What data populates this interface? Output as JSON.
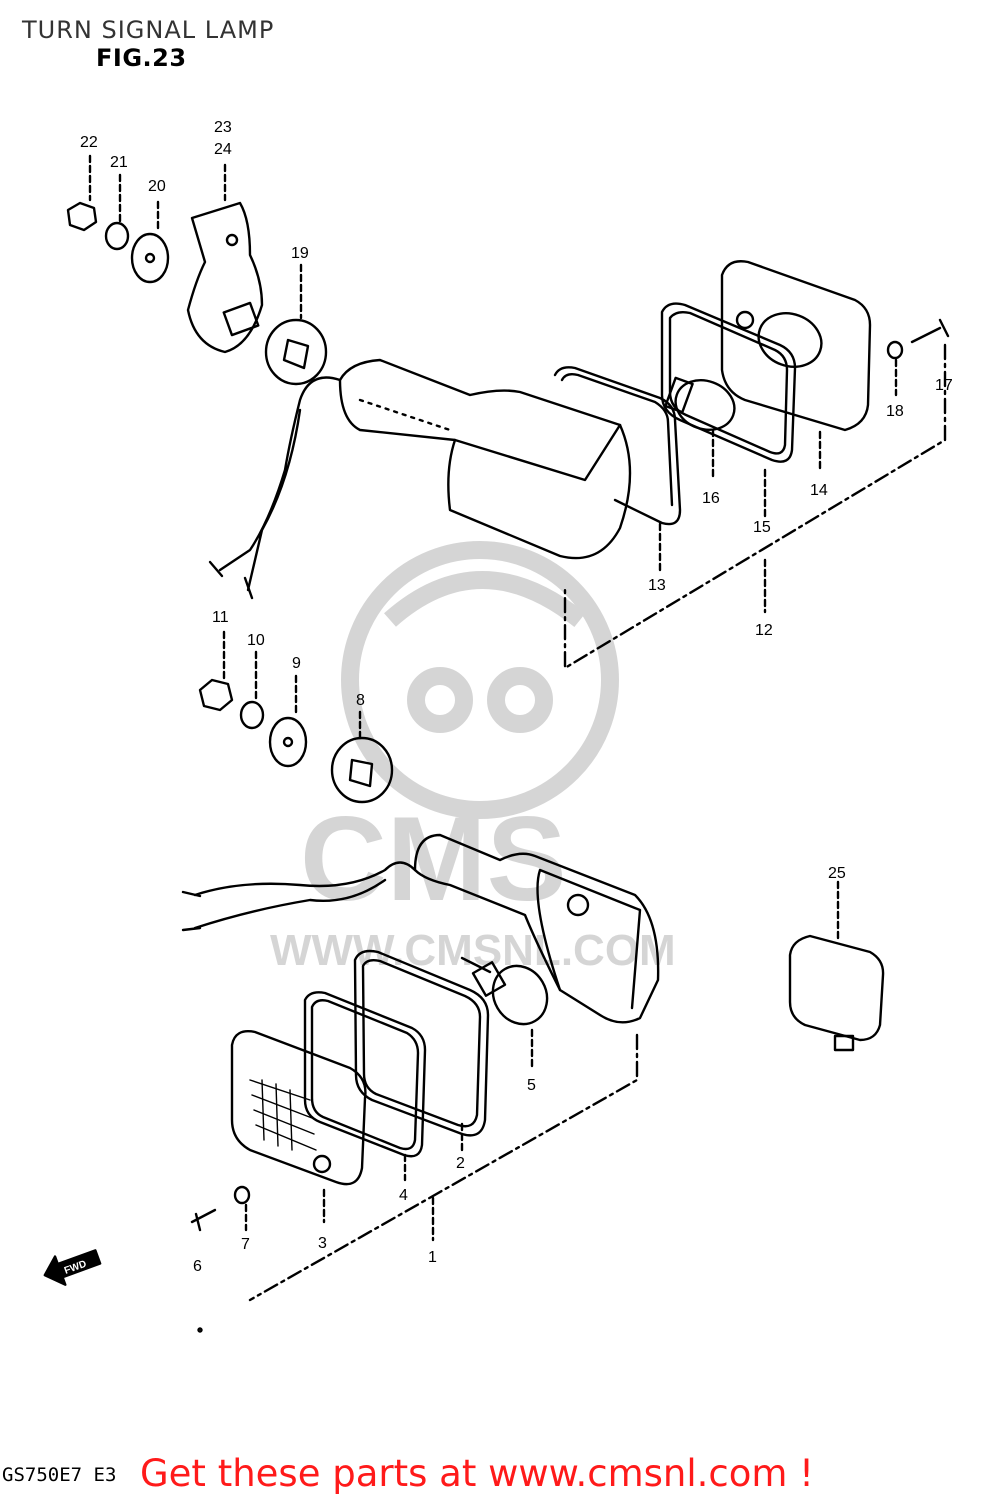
{
  "header": {
    "title": "TURN SIGNAL LAMP",
    "figure": "FIG.23"
  },
  "watermark": {
    "brand": "CMS",
    "url": "WWW.CMSNL.COM"
  },
  "part_numbers": [
    "1",
    "2",
    "3",
    "4",
    "5",
    "6",
    "7",
    "8",
    "9",
    "10",
    "11",
    "12",
    "13",
    "14",
    "15",
    "16",
    "17",
    "18",
    "19",
    "20",
    "21",
    "22",
    "23",
    "24",
    "25"
  ],
  "labels": {
    "p1": "1",
    "p2": "2",
    "p3": "3",
    "p4": "4",
    "p5": "5",
    "p6": "6",
    "p7": "7",
    "p8": "8",
    "p9": "9",
    "p10": "10",
    "p11": "11",
    "p12": "12",
    "p13": "13",
    "p14": "14",
    "p15": "15",
    "p16": "16",
    "p17": "17",
    "p18": "18",
    "p19": "19",
    "p20": "20",
    "p21": "21",
    "p22": "22",
    "p23": "23",
    "p24": "24",
    "p25": "25"
  },
  "front_arrow": "FWD",
  "footer": {
    "model": "GS750E7 E3",
    "cta": "Get these parts at www.cmsnl.com !"
  }
}
